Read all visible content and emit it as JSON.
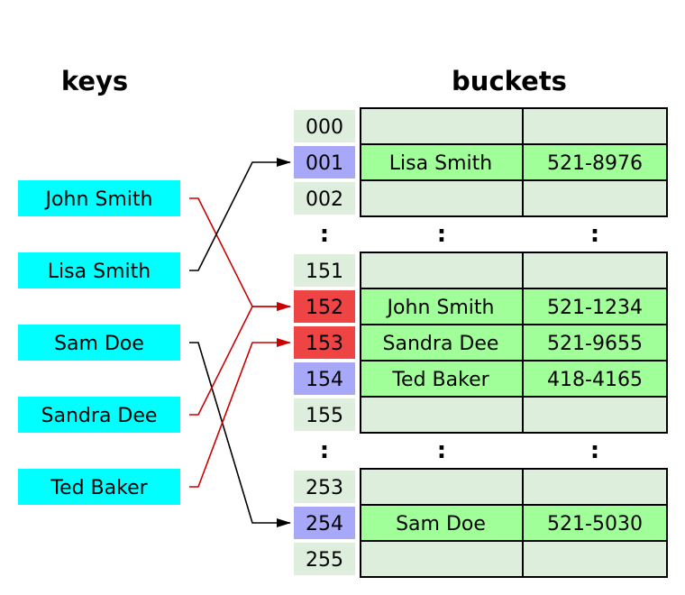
{
  "titles": {
    "keys": "keys",
    "buckets": "buckets"
  },
  "colors": {
    "key_box": "#00ffff",
    "index_normal": "#ddeedd",
    "index_direct": "#a8a8f8",
    "index_collision": "#ee4444",
    "cell_empty": "#ddeedd",
    "cell_filled": "#a0ff98",
    "arrow_direct": "#000000",
    "arrow_collision": "#cc0000"
  },
  "keys": [
    {
      "name": "John Smith",
      "target": "152",
      "collision": true
    },
    {
      "name": "Lisa Smith",
      "target": "001",
      "collision": false
    },
    {
      "name": "Sam Doe",
      "target": "254",
      "collision": false
    },
    {
      "name": "Sandra Dee",
      "target": "152",
      "collision": true
    },
    {
      "name": "Ted Baker",
      "target": "153",
      "collision": true
    }
  ],
  "bucket_groups": [
    {
      "rows": [
        {
          "index": "000",
          "state": "normal",
          "name": "",
          "phone": ""
        },
        {
          "index": "001",
          "state": "direct",
          "name": "Lisa Smith",
          "phone": "521-8976"
        },
        {
          "index": "002",
          "state": "normal",
          "name": "",
          "phone": ""
        }
      ]
    },
    {
      "rows": [
        {
          "index": "151",
          "state": "normal",
          "name": "",
          "phone": ""
        },
        {
          "index": "152",
          "state": "collision",
          "name": "John Smith",
          "phone": "521-1234"
        },
        {
          "index": "153",
          "state": "collision",
          "name": "Sandra Dee",
          "phone": "521-9655"
        },
        {
          "index": "154",
          "state": "direct",
          "name": "Ted Baker",
          "phone": "418-4165"
        },
        {
          "index": "155",
          "state": "normal",
          "name": "",
          "phone": ""
        }
      ]
    },
    {
      "rows": [
        {
          "index": "253",
          "state": "normal",
          "name": "",
          "phone": ""
        },
        {
          "index": "254",
          "state": "direct",
          "name": "Sam Doe",
          "phone": "521-5030"
        },
        {
          "index": "255",
          "state": "normal",
          "name": "",
          "phone": ""
        }
      ]
    }
  ],
  "ellipsis": ":"
}
